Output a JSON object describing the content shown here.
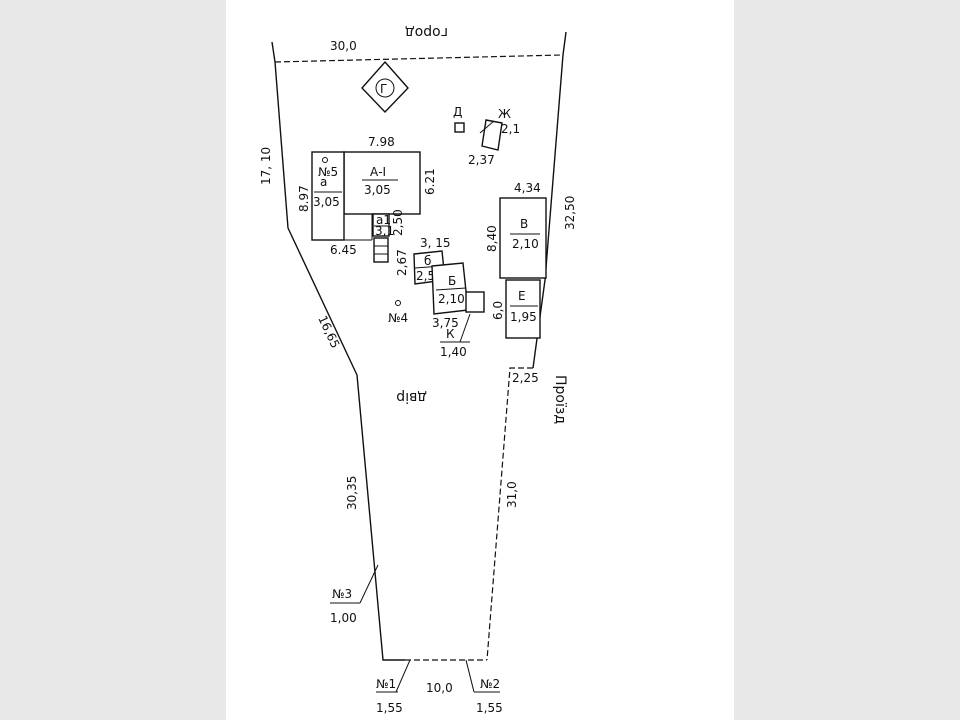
{
  "labels": {
    "garden": "город",
    "yard": "двір",
    "driveway": "Проїзд",
    "top_edge": "30,0",
    "left_top_edge": "17, 10",
    "left_mid_edge": "16,65",
    "left_low_edge": "30,35",
    "bottom_edge": "10,0",
    "right_low_edge": "31,0",
    "right_step": "2,25",
    "right_top_edge": "32,50"
  },
  "points": [
    {
      "id": "№1",
      "height": "1,55"
    },
    {
      "id": "№2",
      "height": "1,55"
    },
    {
      "id": "№3",
      "height": "1,00"
    },
    {
      "id": "№4"
    },
    {
      "id": "№5"
    }
  ],
  "buildings": {
    "a1": {
      "name": "А-І",
      "height": "3,05",
      "width": "7.98",
      "depth": "6.21"
    },
    "a_extension": {
      "name": "а",
      "height": "3,05",
      "depth": "8.97",
      "width": "6.45"
    },
    "a1_porch": {
      "name": "а1",
      "height": "3,1",
      "depth": "2,50"
    },
    "b": {
      "name": "Б",
      "height": "2,10",
      "width": "3,75"
    },
    "b_small": {
      "name": "б",
      "height": "2,5",
      "width": "3, 15",
      "depth": "2,67"
    },
    "k": {
      "name": "К",
      "height": "1,40"
    },
    "v": {
      "name": "В",
      "height": "2,10",
      "width": "4,34",
      "depth": "8,40"
    },
    "e": {
      "name": "Е",
      "height": "1,95",
      "depth": "6,0"
    },
    "g": {
      "name": "Г"
    },
    "d": {
      "name": "Д"
    },
    "zh": {
      "name": "Ж",
      "height": "2,1",
      "width": "2,37"
    }
  }
}
